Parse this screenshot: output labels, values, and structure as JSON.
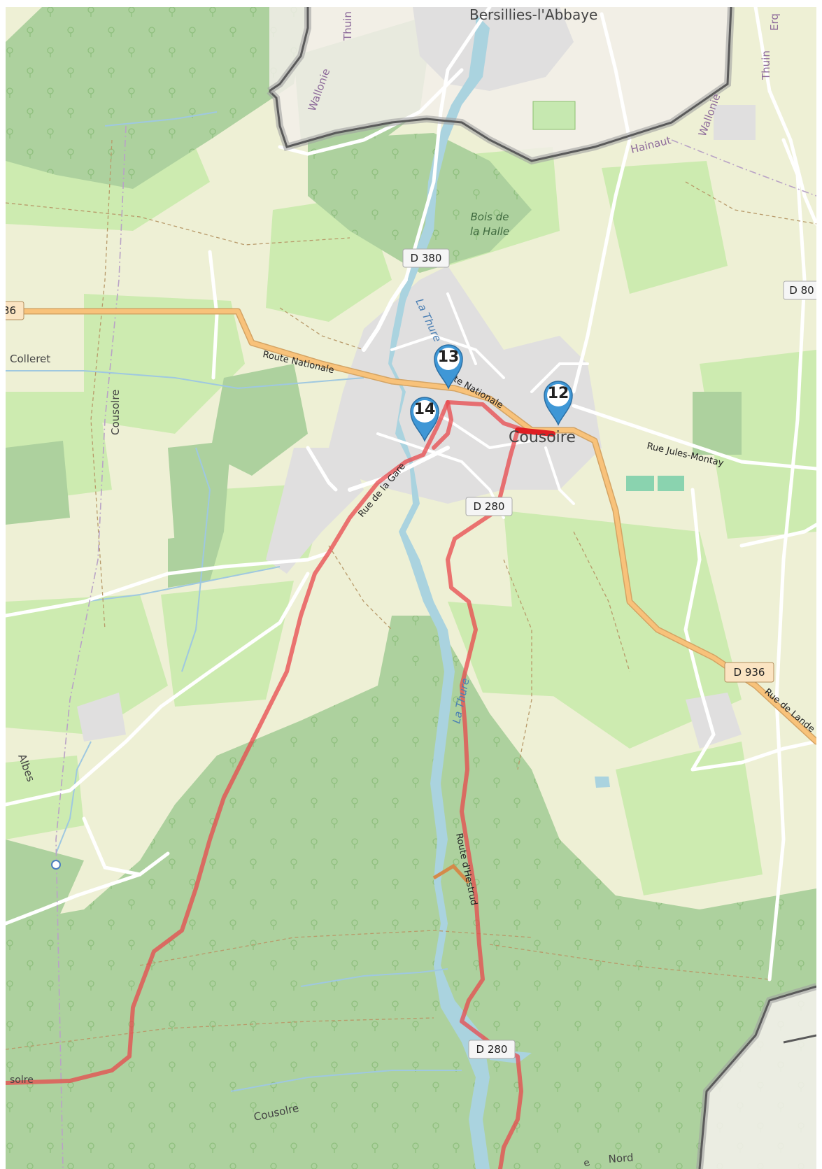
{
  "map": {
    "places": {
      "top_town": "Bersillies-l'Abbaye",
      "main_town": "Cousoire",
      "left_village": "Colleret",
      "left_border_cousolre": "Cousolre",
      "left_border_albes": "Albes",
      "bottom_cousolre": "Cousolre",
      "bottom_left_cut": "solre",
      "bottom_nord": "Nord",
      "bottom_cut_e": "e"
    },
    "border_labels": {
      "thuin_1": "Thuin",
      "thuin_2": "Thuin",
      "erq": "Erq",
      "wallonie_1": "Wallonie",
      "wallonie_2": "Wallonie",
      "hainaut": "Hainaut"
    },
    "wood_labels": {
      "bois_1": "Bois de",
      "bois_2": "la Halle"
    },
    "water_labels": {
      "thure_1": "La Thure",
      "thure_2": "La Thure"
    },
    "road_labels": {
      "route_nationale_1": "Route Nationale",
      "route_nationale_2": "Route Nationale",
      "rue_jules_montay": "Rue Jules-Montay",
      "rue_de_la_gare": "Rue de la Gare",
      "route_hestrud": "Route d'Hestrud",
      "rue_de_lande": "Rue de Lande"
    },
    "road_shields": {
      "d380": "D 380",
      "d80": "D 80",
      "d280_a": "D 280",
      "d280_b": "D 280",
      "d936": "D 936",
      "left_cut": "36"
    },
    "markers": [
      {
        "number": "12"
      },
      {
        "number": "13"
      },
      {
        "number": "14"
      }
    ],
    "colors": {
      "route": "#e8484c",
      "marker": "#3f97d6",
      "water": "#aad3df",
      "forest": "#add19e",
      "meadow": "#cdebb0",
      "farmland": "#eef0d5",
      "residential": "#e0dfdf",
      "main_road": "#f8c27a",
      "border": "#6b6b6b"
    }
  }
}
